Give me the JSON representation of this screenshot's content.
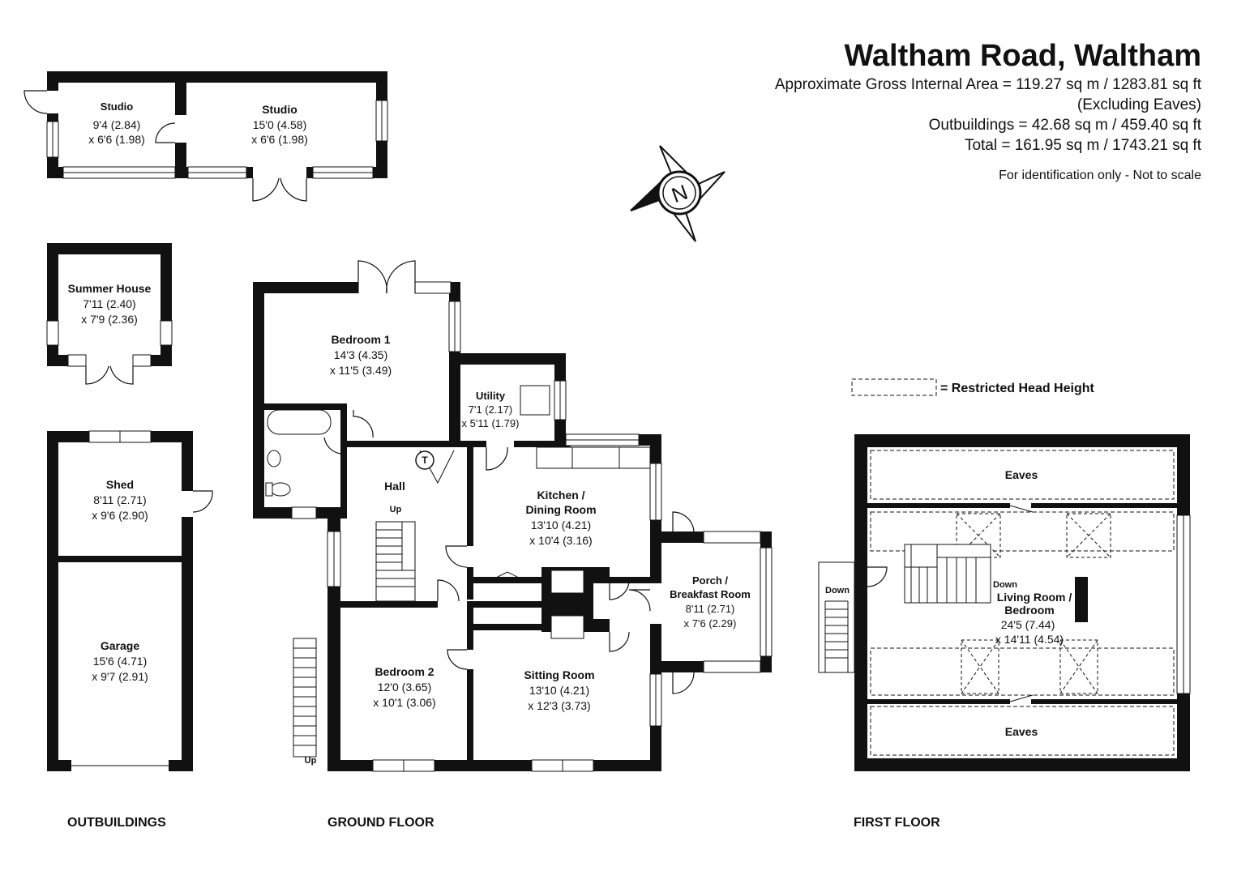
{
  "header": {
    "title": "Waltham Road, Waltham",
    "area_line_1": "Approximate Gross Internal Area = 119.27 sq m / 1283.81 sq ft",
    "area_line_2": "(Excluding Eaves)",
    "area_line_3": "Outbuildings = 42.68 sq m / 459.40 sq ft",
    "area_line_4": "Total = 161.95 sq m / 1743.21 sq ft",
    "disclaimer": "For identification only - Not to scale"
  },
  "compass": {
    "letter": "N"
  },
  "legend": {
    "label": "= Restricted Head Height"
  },
  "floors": {
    "outbuildings": "OUTBUILDINGS",
    "ground": "GROUND FLOOR",
    "first": "FIRST FLOOR"
  },
  "rooms": {
    "studio_small": {
      "name": "Studio",
      "dim1": "9'4 (2.84)",
      "dim2": "x 6'6 (1.98)"
    },
    "studio_large": {
      "name": "Studio",
      "dim1": "15'0 (4.58)",
      "dim2": "x 6'6 (1.98)"
    },
    "summer_house": {
      "name": "Summer House",
      "dim1": "7'11 (2.40)",
      "dim2": "x 7'9 (2.36)"
    },
    "shed": {
      "name": "Shed",
      "dim1": "8'11 (2.71)",
      "dim2": "x 9'6 (2.90)"
    },
    "garage": {
      "name": "Garage",
      "dim1": "15'6 (4.71)",
      "dim2": "x 9'7 (2.91)"
    },
    "bedroom1": {
      "name": "Bedroom 1",
      "dim1": "14'3 (4.35)",
      "dim2": "x 11'5 (3.49)"
    },
    "utility": {
      "name": "Utility",
      "dim1": "7'1 (2.17)",
      "dim2": "x 5'11 (1.79)"
    },
    "hall": {
      "name": "Hall"
    },
    "kitchen": {
      "name1": "Kitchen /",
      "name2": "Dining Room",
      "dim1": "13'10 (4.21)",
      "dim2": "x 10'4 (3.16)"
    },
    "porch": {
      "name1": "Porch /",
      "name2": "Breakfast Room",
      "dim1": "8'11 (2.71)",
      "dim2": "x 7'6 (2.29)"
    },
    "bedroom2": {
      "name": "Bedroom 2",
      "dim1": "12'0 (3.65)",
      "dim2": "x 10'1 (3.06)"
    },
    "sitting": {
      "name": "Sitting Room",
      "dim1": "13'10 (4.21)",
      "dim2": "x 12'3 (3.73)"
    },
    "eaves_top": {
      "name": "Eaves"
    },
    "eaves_bottom": {
      "name": "Eaves"
    },
    "living": {
      "name1": "Living Room /",
      "name2": "Bedroom",
      "dim1": "24'5 (7.44)",
      "dim2": "x 14'11 (4.54)"
    }
  },
  "stairs": {
    "ground_up": "Up",
    "outside_up": "Up",
    "first_down_left": "Down",
    "first_down_inner": "Down"
  },
  "symbols": {
    "tank": "T"
  }
}
